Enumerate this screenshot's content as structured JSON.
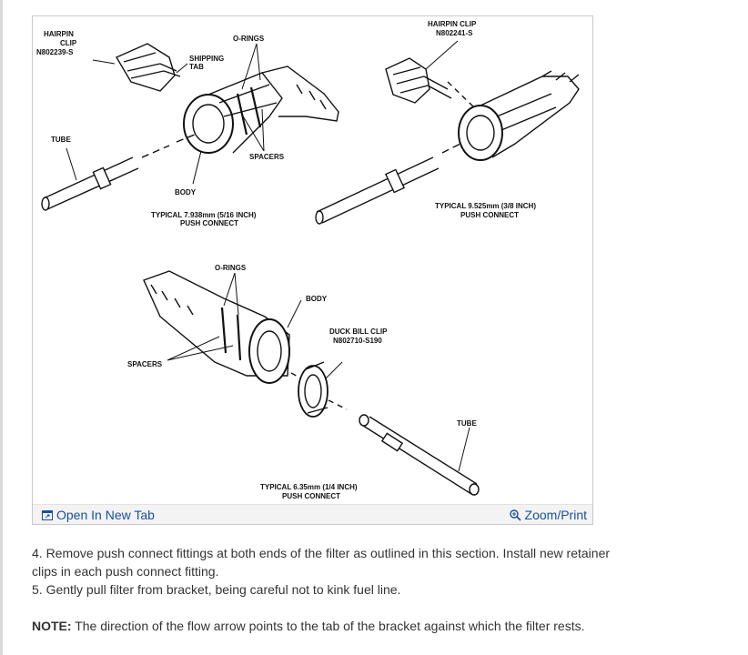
{
  "figure": {
    "labels": {
      "hairpin_clip_left_1": "HAIRPIN",
      "hairpin_clip_left_2": "CLIP",
      "hairpin_clip_left_part": "N802239-S",
      "shipping_tab_1": "SHIPPING",
      "shipping_tab_2": "TAB",
      "o_rings_top": "O-RINGS",
      "tube_left": "TUBE",
      "spacers_top": "SPACERS",
      "body_top": "BODY",
      "caption_516_1": "TYPICAL 7.938mm (5/16 INCH)",
      "caption_516_2": "PUSH CONNECT",
      "hairpin_clip_right_1": "HAIRPIN CLIP",
      "hairpin_clip_right_part": "N802241-S",
      "caption_38_1": "TYPICAL 9.525mm (3/8 INCH)",
      "caption_38_2": "PUSH CONNECT",
      "o_rings_bottom": "O-RINGS",
      "body_bottom": "BODY",
      "duck_bill_clip_1": "DUCK BILL CLIP",
      "duck_bill_clip_part": "N802710-S190",
      "spacers_bottom": "SPACERS",
      "tube_bottom": "TUBE",
      "caption_14_1": "TYPICAL 6.35mm (1/4 INCH)",
      "caption_14_2": "PUSH CONNECT"
    }
  },
  "toolbar": {
    "open_new_tab_label": "Open In New Tab",
    "zoom_print_label": "Zoom/Print"
  },
  "instructions": {
    "step4": "4. Remove push connect fittings at both ends of the filter as outlined in this section. Install new retainer clips in each push connect fitting.",
    "step5": "5. Gently pull filter from bracket, being careful not to kink fuel line.",
    "note_label": "NOTE:",
    "note_text": " The direction of the flow arrow points to the tab of the bracket against which the filter rests."
  },
  "colors": {
    "link": "#1a4f9c",
    "text": "#333333",
    "diagram_ink": "#111111"
  }
}
